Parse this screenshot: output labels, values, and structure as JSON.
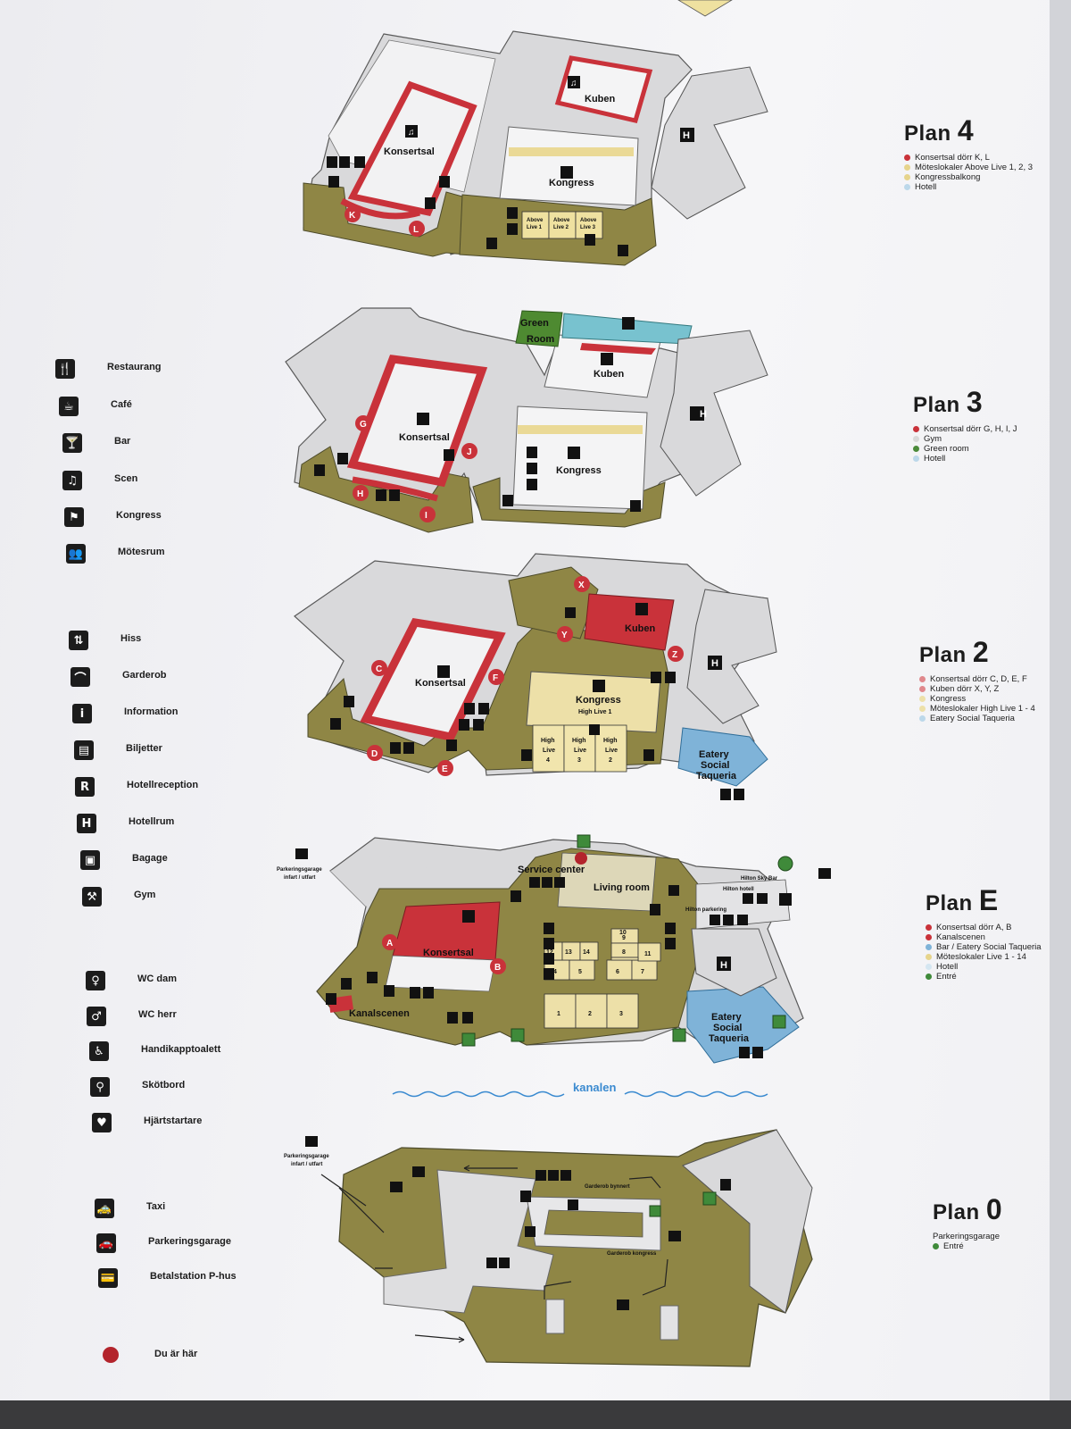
{
  "legend": {
    "items": [
      {
        "icon": "restaurant-icon",
        "glyph": "🍴",
        "label": "Restaurang"
      },
      {
        "icon": "cafe-icon",
        "glyph": "☕",
        "label": "Café"
      },
      {
        "icon": "bar-icon",
        "glyph": "🍸",
        "label": "Bar"
      },
      {
        "icon": "stage-icon",
        "glyph": "♫",
        "label": "Scen"
      },
      {
        "icon": "congress-icon",
        "glyph": "⚑",
        "label": "Kongress"
      },
      {
        "icon": "meeting-room-icon",
        "glyph": "👥",
        "label": "Mötesrum"
      },
      {
        "icon": "elevator-icon",
        "glyph": "⇅",
        "label": "Hiss"
      },
      {
        "icon": "coat-check-icon",
        "glyph": "⌒",
        "label": "Garderob"
      },
      {
        "icon": "information-icon",
        "glyph": "i",
        "label": "Information"
      },
      {
        "icon": "tickets-icon",
        "glyph": "▤",
        "label": "Biljetter"
      },
      {
        "icon": "hotel-reception-icon",
        "glyph": "R",
        "label": "Hotellreception"
      },
      {
        "icon": "hotel-rooms-icon",
        "glyph": "H",
        "label": "Hotellrum"
      },
      {
        "icon": "luggage-icon",
        "glyph": "▣",
        "label": "Bagage"
      },
      {
        "icon": "gym-icon",
        "glyph": "⚒",
        "label": "Gym"
      },
      {
        "icon": "wc-women-icon",
        "glyph": "♀",
        "label": "WC dam"
      },
      {
        "icon": "wc-men-icon",
        "glyph": "♂",
        "label": "WC herr"
      },
      {
        "icon": "accessible-toilet-icon",
        "glyph": "♿",
        "label": "Handikapptoalett"
      },
      {
        "icon": "changing-table-icon",
        "glyph": "⚲",
        "label": "Skötbord"
      },
      {
        "icon": "defibrillator-icon",
        "glyph": "♥",
        "label": "Hjärtstartare"
      },
      {
        "icon": "taxi-icon",
        "glyph": "🚕",
        "label": "Taxi"
      },
      {
        "icon": "parking-garage-icon",
        "glyph": "🚗",
        "label": "Parkeringsgarage"
      },
      {
        "icon": "parking-payment-icon",
        "glyph": "💳",
        "label": "Betalstation P-hus"
      }
    ],
    "you_are_here": "Du är här"
  },
  "plans": [
    {
      "id": "plan-4",
      "prefix": "Plan ",
      "number": "4",
      "keys": [
        {
          "color": "#c9323a",
          "text": "Konsertsal dörr K, L"
        },
        {
          "color": "#e6d48c",
          "text": "Möteslokaler Above Live 1, 2, 3"
        },
        {
          "color": "#e6d48c",
          "text": "Kongressbalkong"
        },
        {
          "color": "#bcd8ea",
          "text": "Hotell"
        }
      ]
    },
    {
      "id": "plan-3",
      "prefix": "Plan ",
      "number": "3",
      "keys": [
        {
          "color": "#c9323a",
          "text": "Konsertsal dörr G, H, I, J"
        },
        {
          "color": "#d9d9d9",
          "text": "Gym"
        },
        {
          "color": "#4b8a3a",
          "text": "Green room"
        },
        {
          "color": "#bcd8ea",
          "text": "Hotell"
        }
      ]
    },
    {
      "id": "plan-2",
      "prefix": "Plan ",
      "number": "2",
      "keys": [
        {
          "color": "#e0888c",
          "text": "Konsertsal dörr C, D, E, F"
        },
        {
          "color": "#e0888c",
          "text": "Kuben dörr X, Y, Z"
        },
        {
          "color": "#ede0a8",
          "text": "Kongress"
        },
        {
          "color": "#ede0a8",
          "text": "Möteslokaler High Live 1 - 4"
        },
        {
          "color": "#bcd8ea",
          "text": "Eatery Social Taqueria"
        }
      ]
    },
    {
      "id": "plan-e",
      "prefix": "Plan ",
      "number": "E",
      "keys": [
        {
          "color": "#c9323a",
          "text": "Konsertsal dörr A, B"
        },
        {
          "color": "#c9323a",
          "text": "Kanalscenen"
        },
        {
          "color": "#7fb3d8",
          "text": "Bar / Eatery Social Taqueria"
        },
        {
          "color": "#e6d48c",
          "text": "Möteslokaler Live 1 - 14"
        },
        {
          "color": "#d4e6f1",
          "text": "Hotell"
        },
        {
          "color": "#3f8a3a",
          "text": "Entré"
        }
      ]
    },
    {
      "id": "plan-0",
      "prefix": "Plan ",
      "number": "0",
      "sub": "Parkeringsgarage",
      "keys": [
        {
          "color": "#3f8a3a",
          "text": "Entré"
        }
      ]
    }
  ],
  "map_labels": {
    "p4_konsertsal": "Konsertsal",
    "p4_kuben": "Kuben",
    "p4_kongress": "Kongress",
    "p4_door_k": "K",
    "p4_door_l": "L",
    "p4_above1a": "Above",
    "p4_above1b": "Live 1",
    "p4_above2a": "Above",
    "p4_above2b": "Live 2",
    "p4_above3a": "Above",
    "p4_above3b": "Live 3",
    "p3_green_a": "Green",
    "p3_green_b": "Room",
    "p3_konsertsal": "Konsertsal",
    "p3_kuben": "Kuben",
    "p3_kongress": "Kongress",
    "p3_door_g": "G",
    "p3_door_h": "H",
    "p3_door_i": "I",
    "p3_door_j": "J",
    "p2_konsertsal": "Konsertsal",
    "p2_kuben": "Kuben",
    "p2_kongress": "Kongress",
    "p2_highlive1": "High Live 1",
    "p2_door_c": "C",
    "p2_door_d": "D",
    "p2_door_e": "E",
    "p2_door_f": "F",
    "p2_door_x": "X",
    "p2_door_y": "Y",
    "p2_door_z": "Z",
    "p2_hl4a": "High",
    "p2_hl4b": "Live",
    "p2_hl4c": "4",
    "p2_hl3a": "High",
    "p2_hl3b": "Live",
    "p2_hl3c": "3",
    "p2_hl2a": "High",
    "p2_hl2b": "Live",
    "p2_hl2c": "2",
    "p2_eatery_a": "Eatery",
    "p2_eatery_b": "Social",
    "p2_eatery_c": "Taqueria",
    "pe_parking_a": "Parkeringsgarage",
    "pe_parking_b": "infart / utfart",
    "pe_service": "Service center",
    "pe_living": "Living room",
    "pe_konsertsal": "Konsertsal",
    "pe_kanalscenen": "Kanalscenen",
    "pe_door_a": "A",
    "pe_door_b": "B",
    "pe_hilton": "Hilton Sky Bar",
    "pe_hotell": "Hilton hotell",
    "pe_hotelparking": "Hilton parkering",
    "pe_eatery_a": "Eatery",
    "pe_eatery_b": "Social",
    "pe_eatery_c": "Taqueria",
    "pe_canal": "kanalen",
    "pe_r1": "1",
    "pe_r2": "2",
    "pe_r3": "3",
    "pe_r4": "4",
    "pe_r5": "5",
    "pe_r6": "6",
    "pe_r7": "7",
    "pe_r8": "8",
    "pe_r9": "9",
    "pe_r10": "10",
    "pe_r11": "11",
    "pe_r12": "12",
    "pe_r13": "13",
    "pe_r14": "14",
    "p0_parking_a": "Parkeringsgarage",
    "p0_parking_b": "infart / utfart",
    "p0_garderob_bynnert": "Garderob bynnert",
    "p0_garderob_kongress": "Garderob kongress"
  }
}
